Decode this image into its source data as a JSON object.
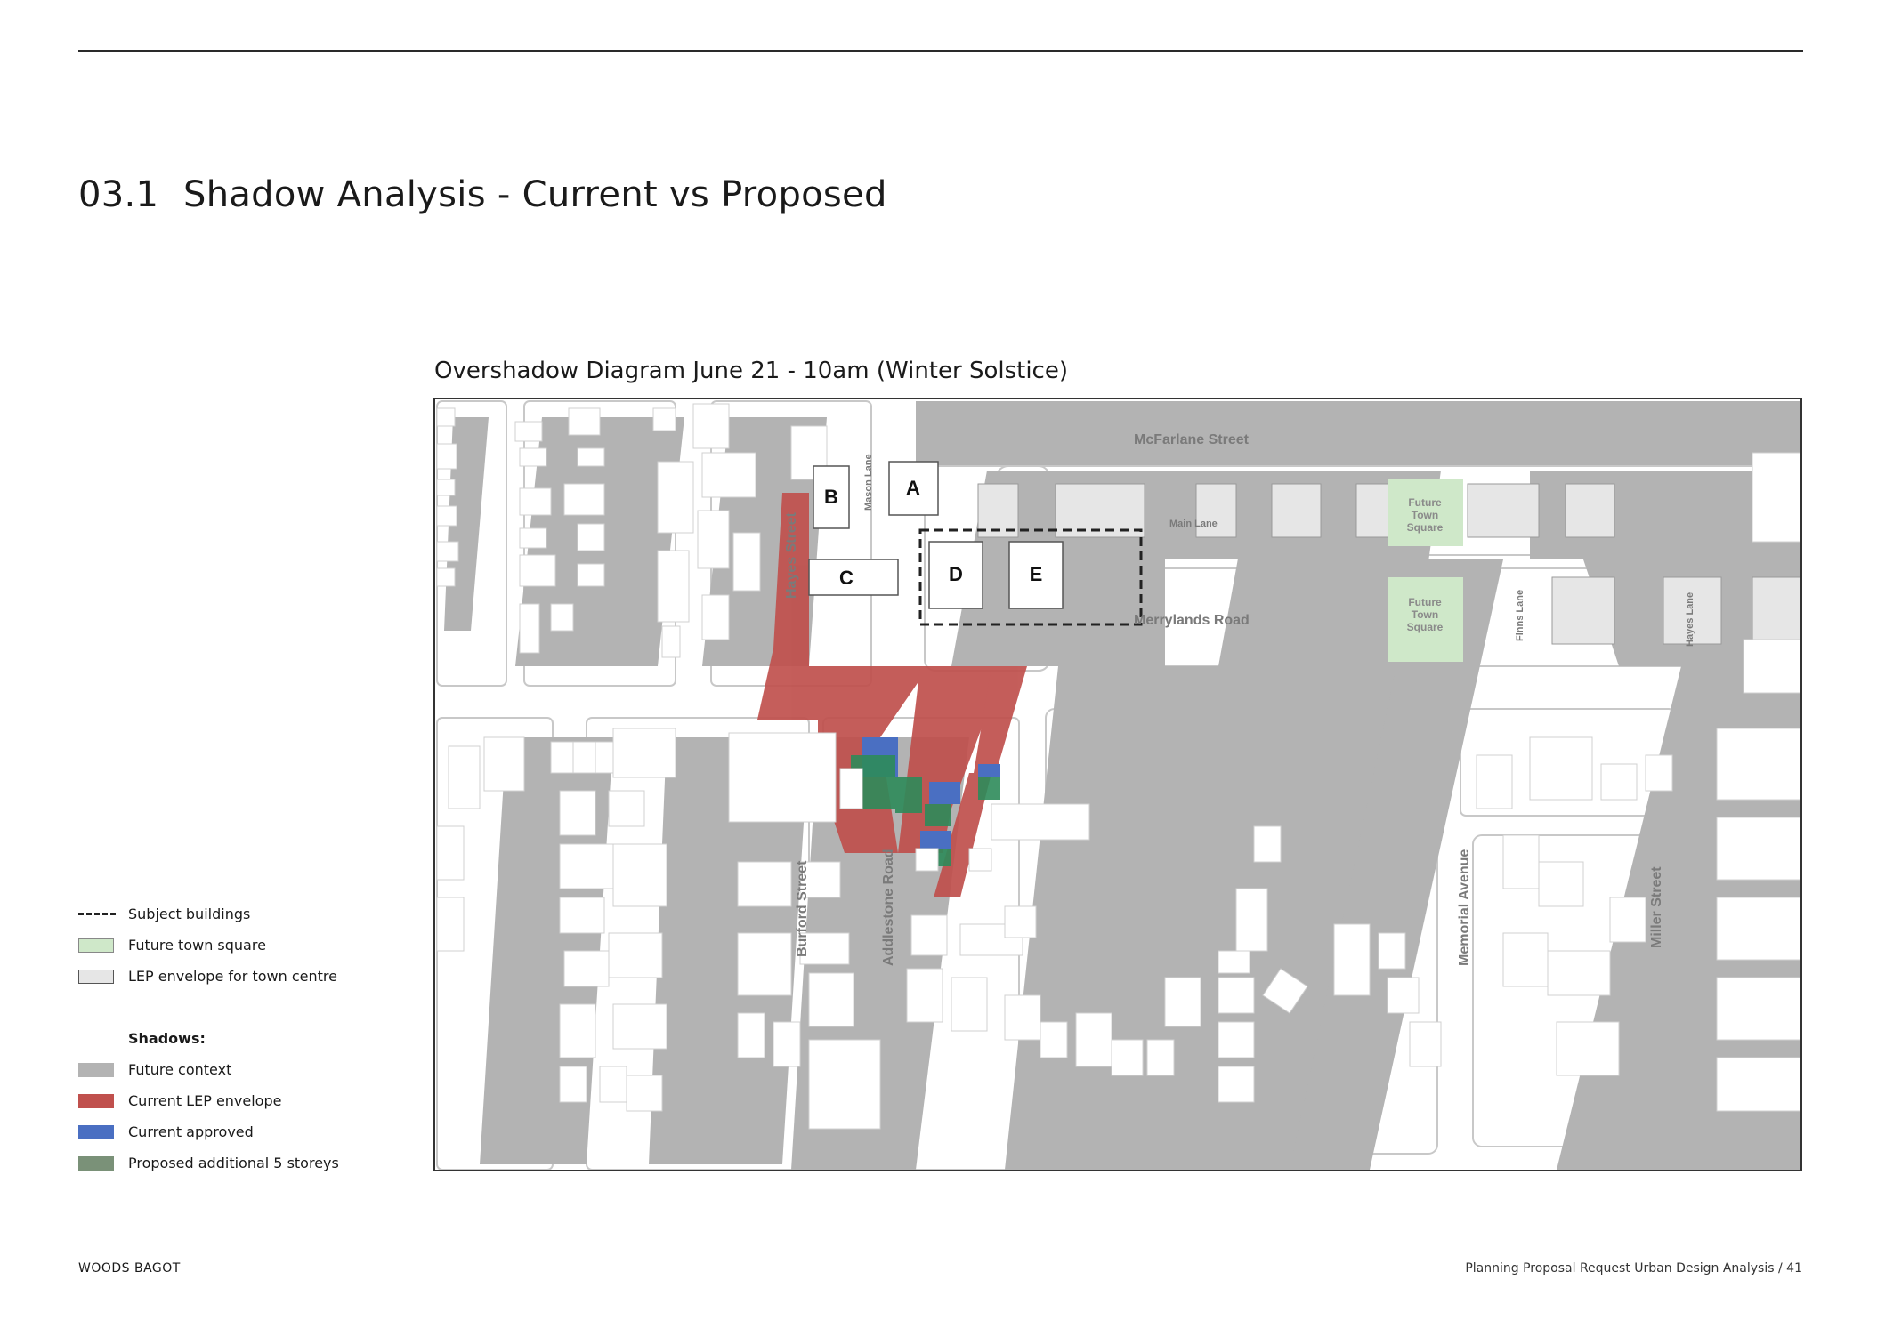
{
  "header": {
    "section_number": "03.1",
    "section_title": "Shadow Analysis - Current vs Proposed"
  },
  "diagram": {
    "title": "Overshadow Diagram June 21 - 10am (Winter Solstice)",
    "streets": {
      "mcfarlane": "McFarlane Street",
      "hayes": "Hayes Street",
      "mason": "Mason Lane",
      "main": "Main Lane",
      "merrylands": "Merrylands Road",
      "finns": "Finns Lane",
      "hayes_lane": "Hayes Lane",
      "burford": "Burford Street",
      "addlestone": "Addlestone Road",
      "memorial": "Memorial Avenue",
      "miller": "Miller Street"
    },
    "buildings": {
      "a": "A",
      "b": "B",
      "c": "C",
      "d": "D",
      "e": "E"
    },
    "town_square_label": [
      "Future",
      "Town",
      "Square"
    ]
  },
  "legend": {
    "subject_buildings": "Subject buildings",
    "future_town_square": "Future town square",
    "lep_envelope": "LEP envelope for town centre",
    "shadows_heading": "Shadows:",
    "future_context": "Future context",
    "current_lep": "Current LEP envelope",
    "current_approved": "Current approved",
    "proposed_additional": "Proposed additional 5 storeys"
  },
  "colors": {
    "future_town_square": "#cfe8c9",
    "lep_envelope": "#e6e6e6",
    "future_context": "#b3b3b3",
    "current_lep": "#c0504d",
    "current_approved": "#4a6fc2",
    "proposed_additional": "#2e8b5a"
  },
  "footer": {
    "company": "WOODS BAGOT",
    "document": "Planning Proposal Request Urban Design Analysis",
    "separator": "/",
    "page": "41"
  }
}
